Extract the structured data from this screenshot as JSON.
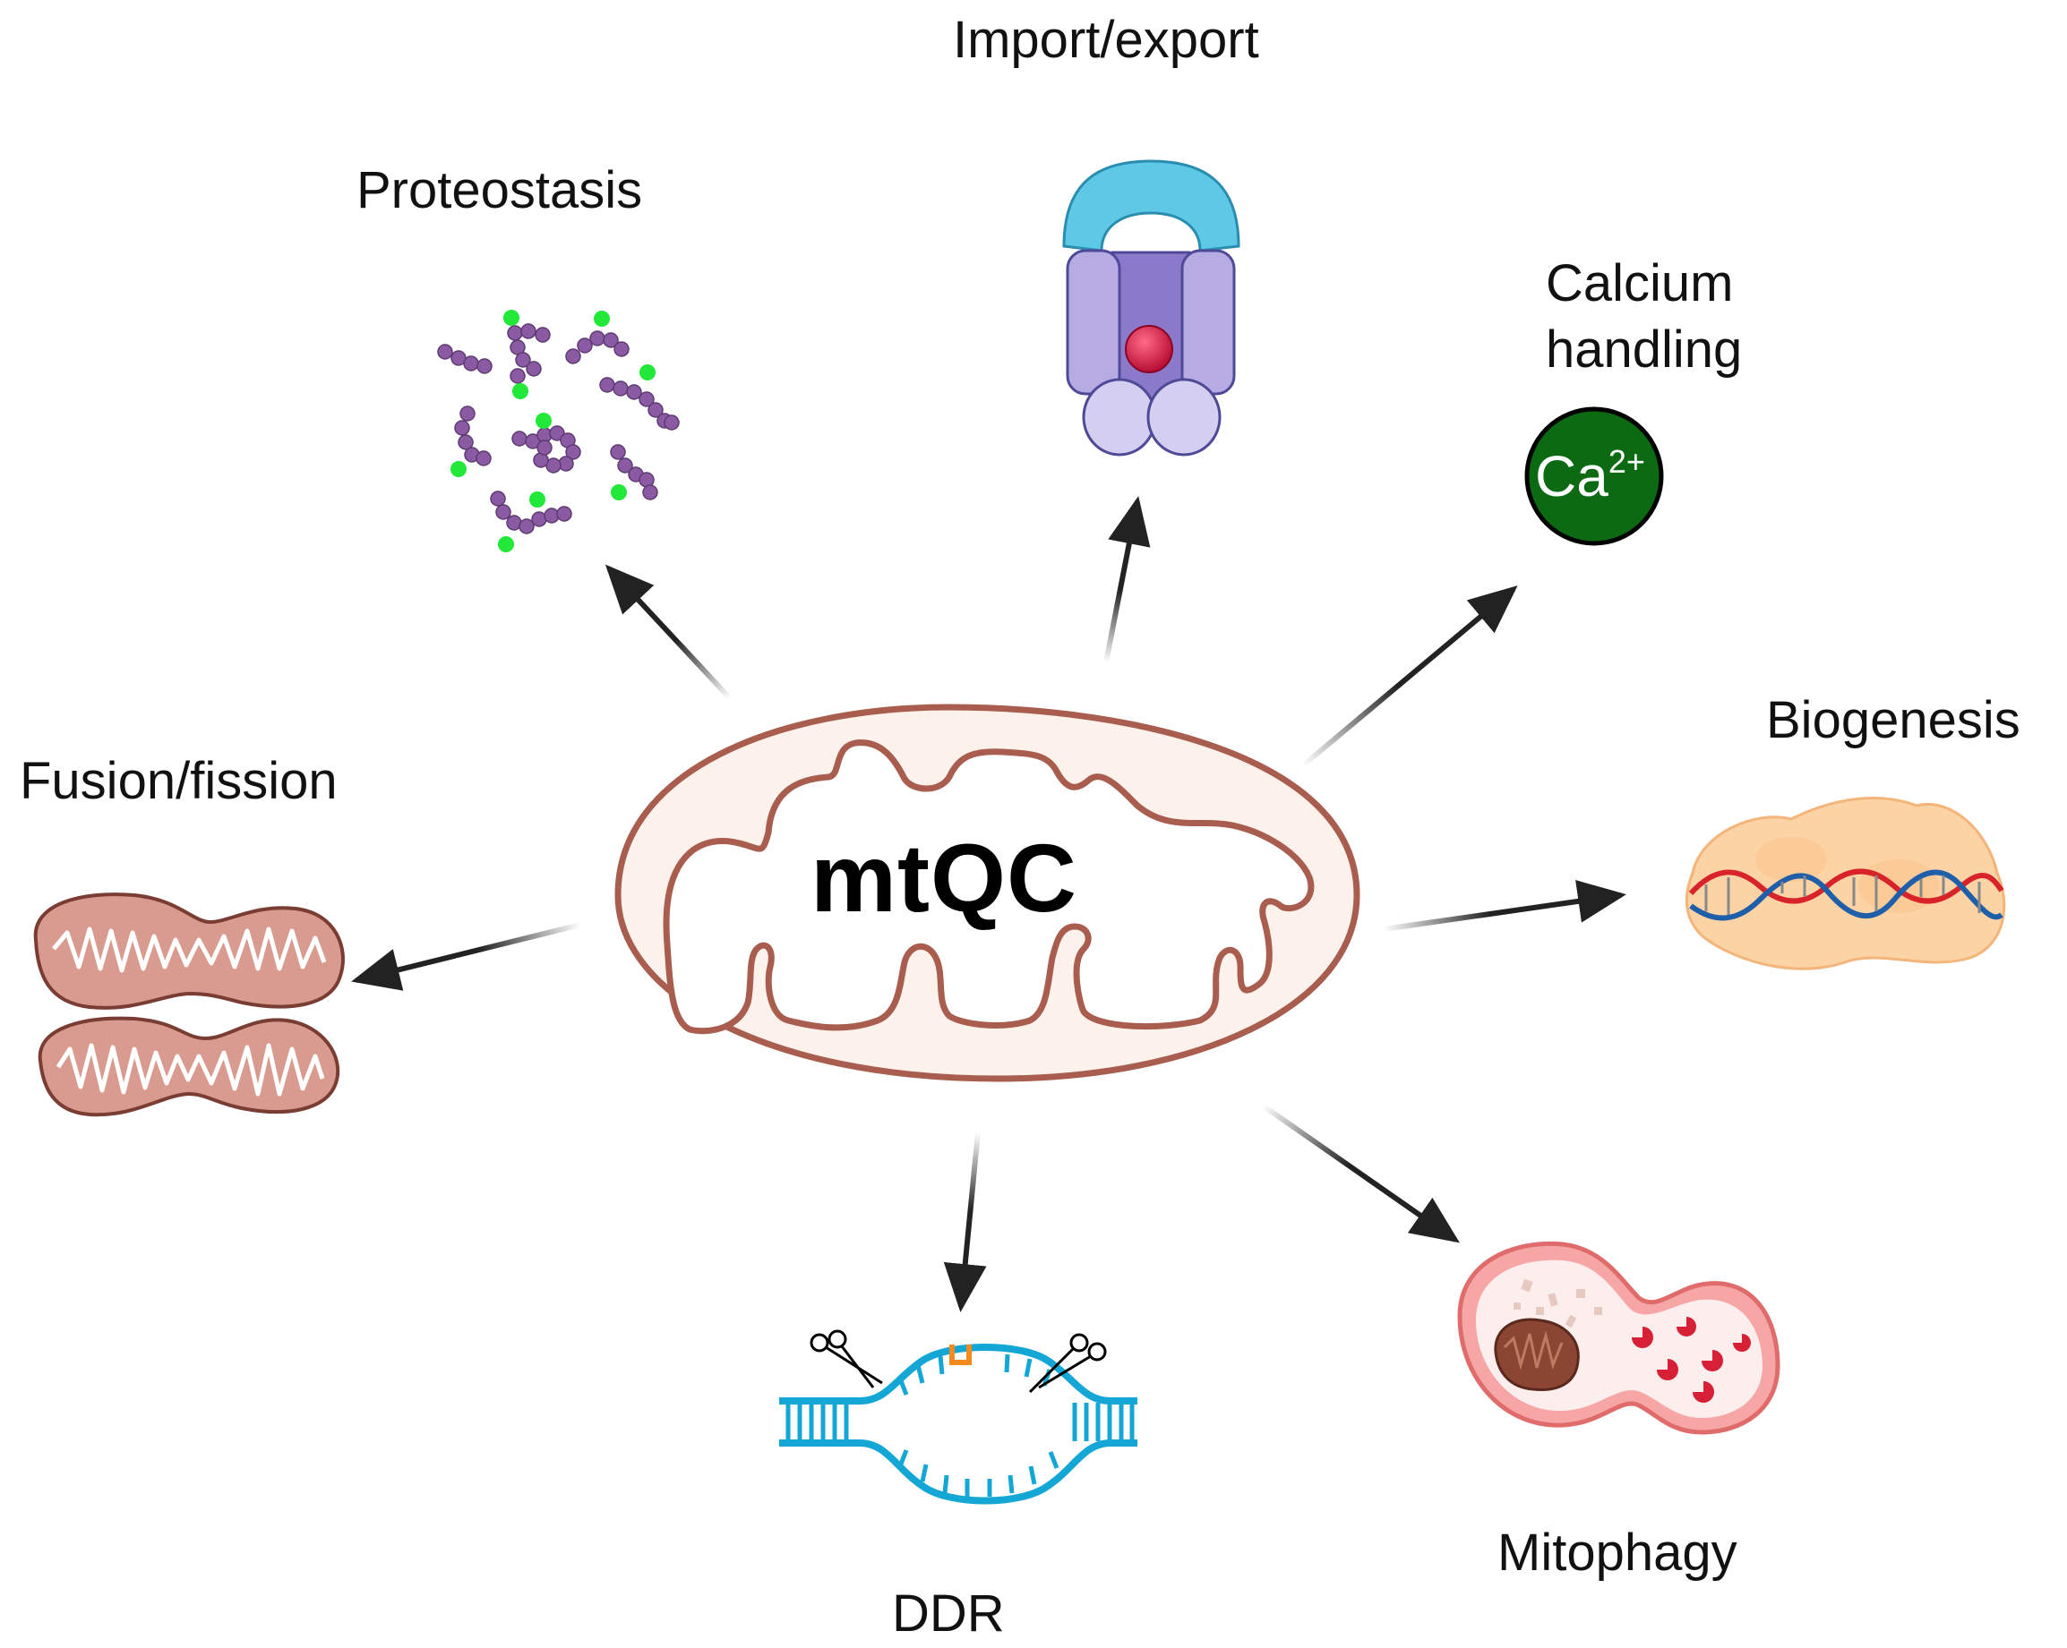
{
  "center": {
    "label": "mtQC"
  },
  "processes": {
    "import_export": "Import/export",
    "proteostasis": "Proteostasis",
    "calcium_line1": "Calcium",
    "calcium_line2": "handling",
    "biogenesis": "Biogenesis",
    "fusion_fission": "Fusion/fission",
    "mitophagy": "Mitophagy",
    "ddr": "DDR"
  },
  "calcium_ion": {
    "symbol": "Ca",
    "charge": "2+"
  },
  "colors": {
    "arrow": "#222222",
    "mito_outline": "#a85d4e",
    "mito_fill": "#fdf1ec",
    "calcium_fill": "#0b6a12",
    "dna_red": "#d8232a",
    "dna_blue": "#1f5ea8",
    "ddr_strand": "#14a7d6",
    "protein_bead": "#8a5aa3",
    "protein_tag": "#22e83a"
  },
  "icons": [
    "mitochondrion-icon",
    "protein-aggregate-icon",
    "import-channel-icon",
    "calcium-ion-icon",
    "dna-helix-icon",
    "dividing-mitochondria-icon",
    "autophagosome-icon",
    "dna-repair-icon"
  ]
}
